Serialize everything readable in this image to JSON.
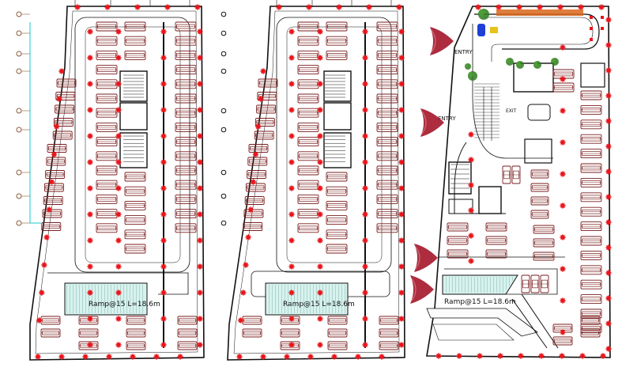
{
  "colors": {
    "car": "#7a1e1e",
    "wall": "#111111",
    "column": "#e8151b",
    "grid_bubble": "#8b5a3c",
    "dimension": "#18c9c9",
    "arrow": "#a4162a",
    "tree": "#2f7d1f",
    "hedge": "#d9661a",
    "ramp_fill": "#d8f2ee",
    "vehicle_blue": "#1f3fd6",
    "vehicle_yellow": "#e7c21a"
  },
  "plans": [
    {
      "ramp_label": "Ramp@15 L=18.6m"
    },
    {
      "ramp_label": "Ramp@15 L=18.6m"
    },
    {
      "ramp_label": "Ramp@15 L=18.6m",
      "entry_labels": [
        "ENTRY",
        "ENTRY"
      ],
      "exit_label": "EXIT",
      "arrow_icons": [
        "direction-arrow-icon",
        "direction-arrow-icon",
        "direction-arrow-icon",
        "direction-arrow-icon"
      ]
    }
  ]
}
